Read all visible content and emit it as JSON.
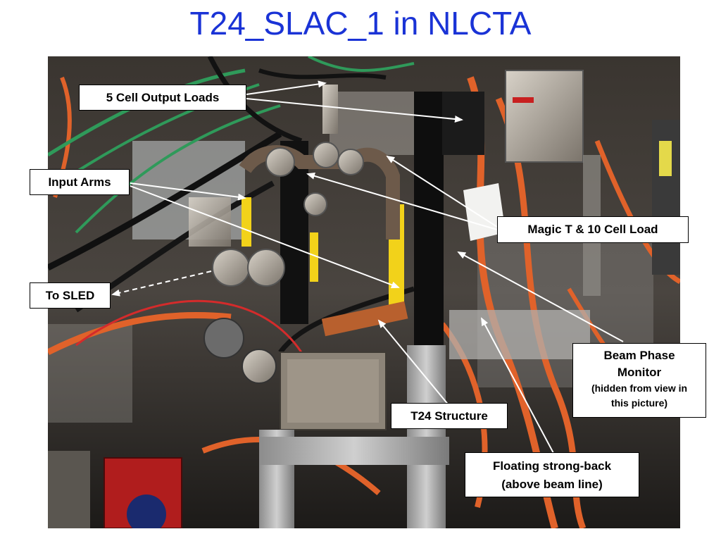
{
  "slide": {
    "title": "T24_SLAC_1 in NLCTA"
  },
  "callouts": {
    "five_cell": "5 Cell Output Loads",
    "input_arms": "Input Arms",
    "to_sled": "To SLED",
    "magic_t": "Magic T & 10 Cell Load",
    "beam_phase_line1": "Beam Phase",
    "beam_phase_line2": "Monitor",
    "beam_phase_sub1": "(hidden from view in",
    "beam_phase_sub2": "this picture)",
    "t24": "T24 Structure",
    "strongback_line1": "Floating strong-back",
    "strongback_line2": "(above beam line)"
  },
  "colors": {
    "title": "#1a33d6",
    "photo_background": "#2a2622",
    "cable_orange": "#e0622a",
    "cable_green": "#2f9a5a",
    "support_silver": "#a8a8a8",
    "label_yellow": "#f2d21a"
  }
}
